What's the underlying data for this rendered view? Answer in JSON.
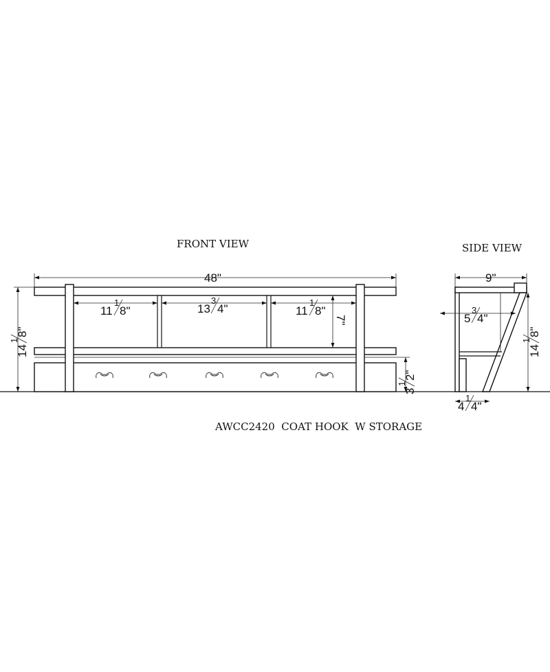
{
  "front_view": {
    "title": "FRONT VIEW",
    "dims": {
      "overall_width": "48\"",
      "left_opening_whole": "11",
      "left_opening_num": "1",
      "left_opening_den": "8\"",
      "center_opening_whole": "13",
      "center_opening_num": "3",
      "center_opening_den": "4\"",
      "right_opening_whole": "11",
      "right_opening_num": "1",
      "right_opening_den": "8\"",
      "shelf_gap": "7\"",
      "height_whole": "14",
      "height_num": "1",
      "height_den": "8\"",
      "box_whole": "3",
      "box_num": "1",
      "box_den": "2\""
    },
    "hooks": [
      "hook-1",
      "hook-2",
      "hook-3",
      "hook-4",
      "hook-5"
    ]
  },
  "side_view": {
    "title": "SIDE VIEW",
    "dims": {
      "depth": "9\"",
      "shelf_whole": "5",
      "shelf_num": "3",
      "shelf_den": "4\"",
      "height_whole": "14",
      "height_num": "1",
      "height_den": "8\"",
      "base_whole": "4",
      "base_num": "1",
      "base_den": "4\""
    }
  },
  "caption": "AWCC2420  COAT HOOK  W STORAGE"
}
